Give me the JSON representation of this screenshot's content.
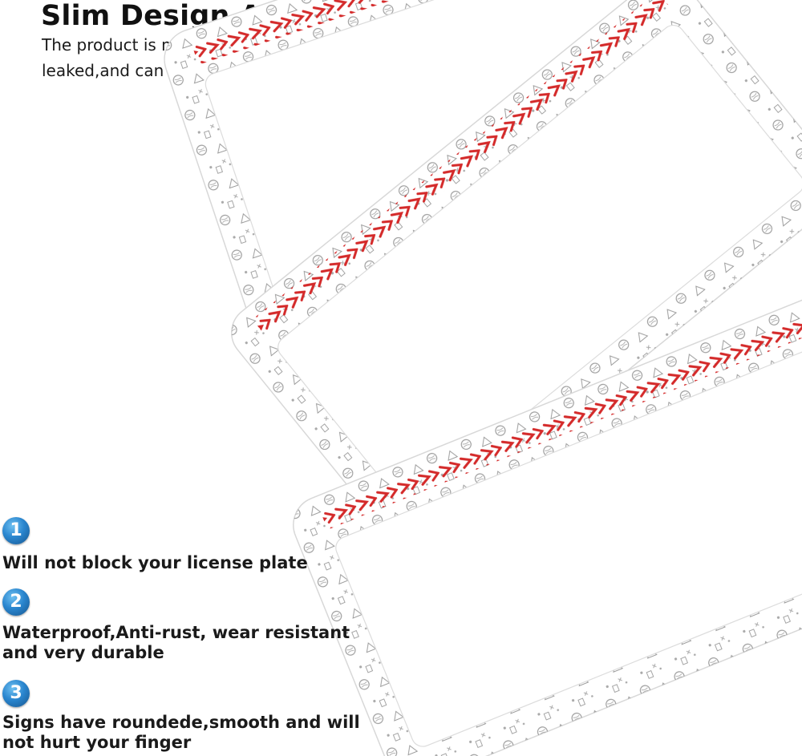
{
  "header": {
    "title": "Slim Design And High Quality",
    "description": "The product is made of metal,which is not easy to be scratched and leaked,and can be used for a long time"
  },
  "features": [
    {
      "number": "1",
      "text_lines": [
        "Will not block your license plate"
      ]
    },
    {
      "number": "2",
      "text_lines": [
        "Waterproof,Anti-rust, wear resistant",
        "and very durable"
      ]
    },
    {
      "number": "3",
      "text_lines": [
        "Signs have roundede,smooth and will",
        "not hurt your finger"
      ]
    }
  ],
  "colors": {
    "badge": "#2a86cf",
    "frame": "#ffffff",
    "stitch": "#d42a2a",
    "doodle": "#8a8a8a"
  },
  "product_image": {
    "subject": "license-plate-frames",
    "icon": "baseball-stitch-pattern"
  }
}
